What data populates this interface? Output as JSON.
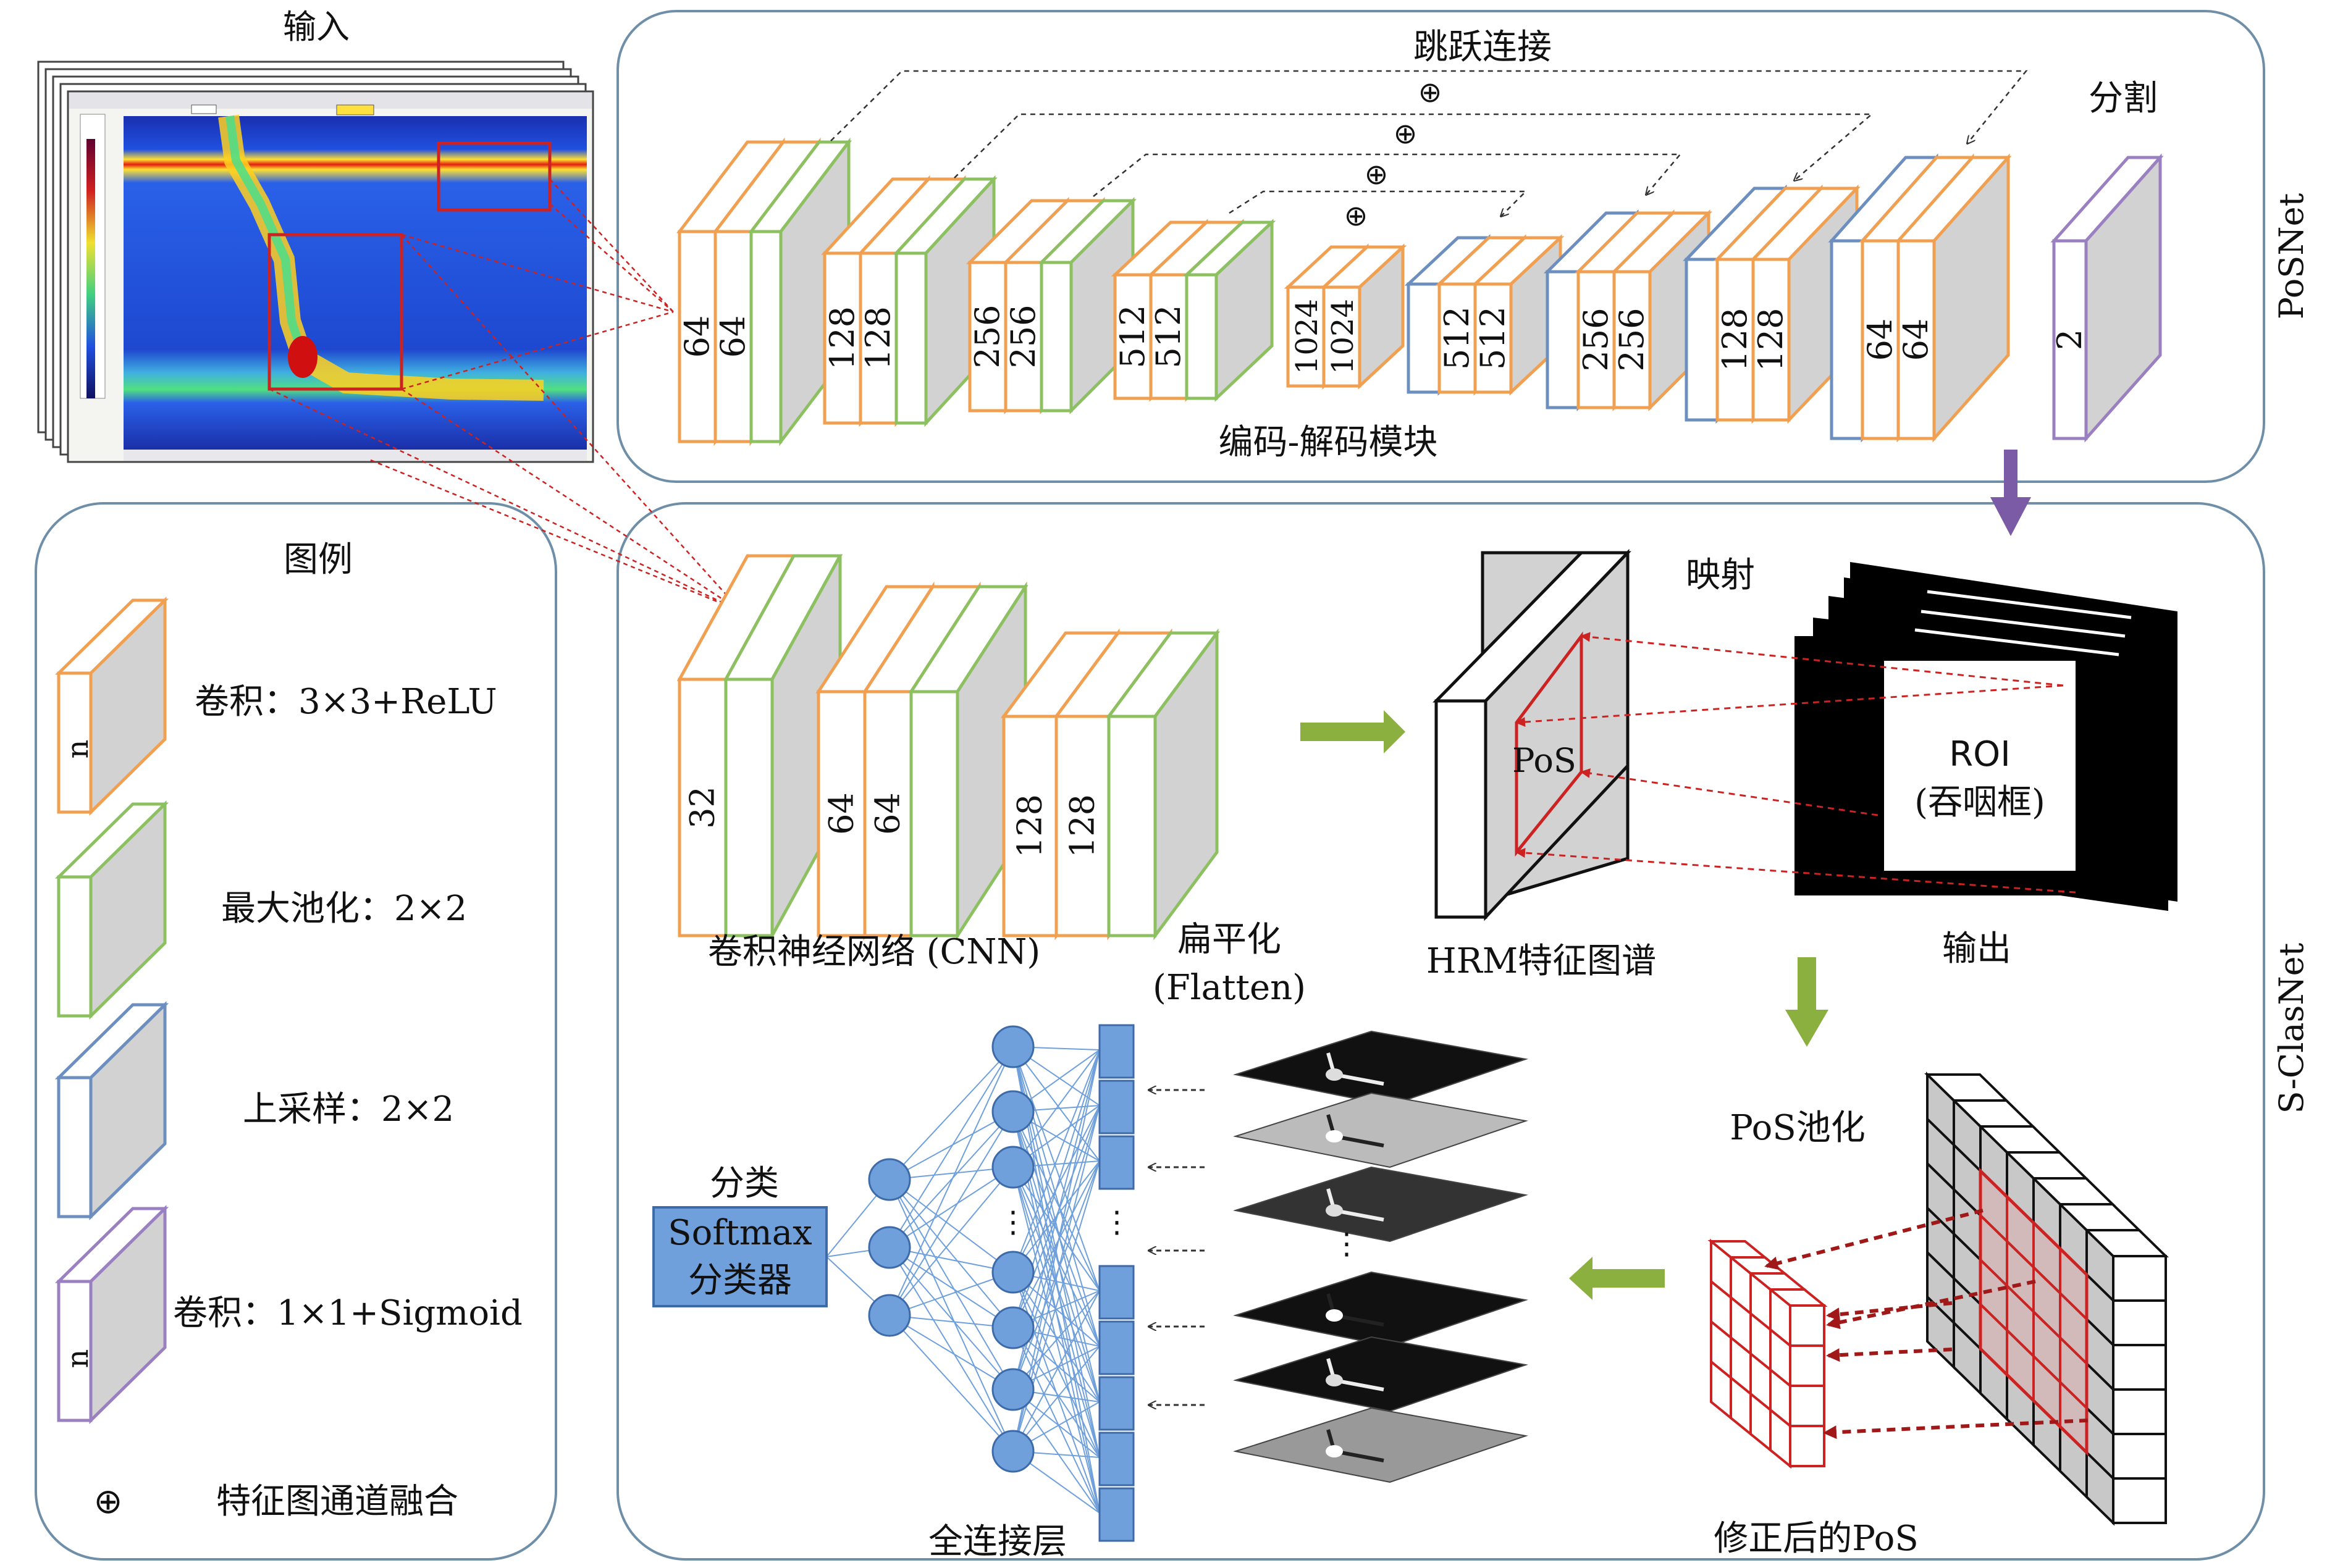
{
  "input_label": "输入",
  "posnet": {
    "name": "PoSNet",
    "skip_label": "跳跃连接",
    "module_label": "编码-解码模块",
    "seg_label": "分割",
    "enc_blocks": [
      [
        "64",
        "64"
      ],
      [
        "128",
        "128"
      ],
      [
        "256",
        "256"
      ],
      [
        "512",
        "512"
      ],
      [
        "1024",
        "1024"
      ]
    ],
    "dec_blocks": [
      [
        "512",
        "512"
      ],
      [
        "256",
        "256"
      ],
      [
        "128",
        "128"
      ],
      [
        "64",
        "64"
      ]
    ],
    "out_channels": "2"
  },
  "sclasnet": {
    "name": "S-ClasNet",
    "cnn_label": "卷积神经网络 (CNN)",
    "cnn_blocks": [
      [
        "32"
      ],
      [
        "64",
        "64"
      ],
      [
        "128",
        "128"
      ]
    ],
    "flatten_label": "扁平化",
    "flatten_sub": "(Flatten)",
    "hrm_label": "HRM特征图谱",
    "pos_label": "PoS",
    "map_label": "映射",
    "roi_label": "ROI",
    "roi_sub": "(吞咽框)",
    "output_label": "输出",
    "pos_pool_label": "PoS池化",
    "corrected_pos_label": "修正后的PoS",
    "fc_label": "全连接层",
    "classify_label": "分类",
    "softmax_line1": "Softmax",
    "softmax_line2": "分类器"
  },
  "legend": {
    "title": "图例",
    "items": [
      {
        "text": "卷积：3×3+ReLU",
        "n": "n"
      },
      {
        "text": "最大池化：2×2"
      },
      {
        "text": "上采样：2×2"
      },
      {
        "text": "卷积：1×1+Sigmoid",
        "n": "n"
      },
      {
        "text": "特征图通道融合",
        "symbol": "⊕"
      }
    ]
  },
  "colors": {
    "conv": "#F0A050",
    "pool": "#8CC060",
    "up": "#6C8FC0",
    "sigmoid": "#9A80C0",
    "red": "#CC2222",
    "green_arrow": "#8BB040",
    "purple_arrow": "#7B5AA6",
    "blue_node": "#6FA0DC"
  }
}
